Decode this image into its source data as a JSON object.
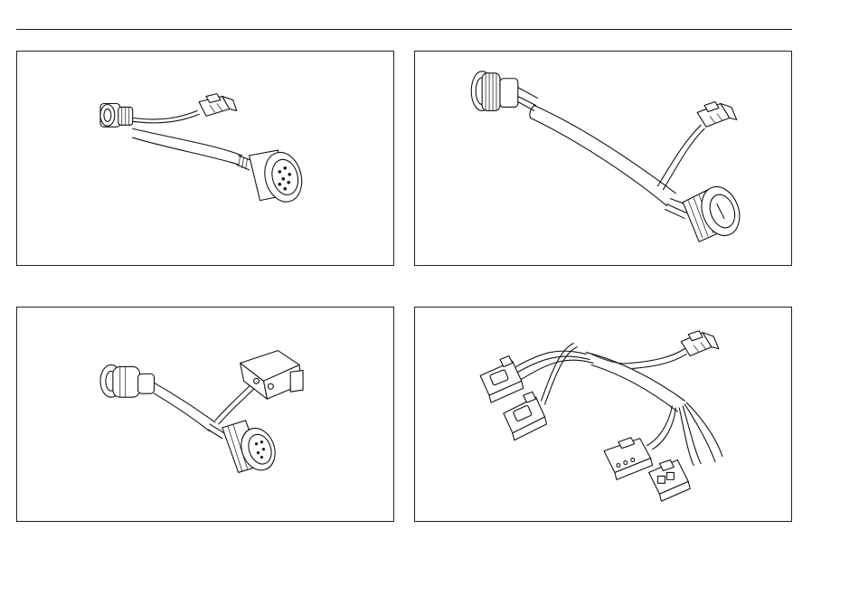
{
  "page": {
    "figures": [
      {
        "id": "harness-1"
      },
      {
        "id": "harness-2"
      },
      {
        "id": "harness-3"
      },
      {
        "id": "harness-4"
      }
    ]
  }
}
